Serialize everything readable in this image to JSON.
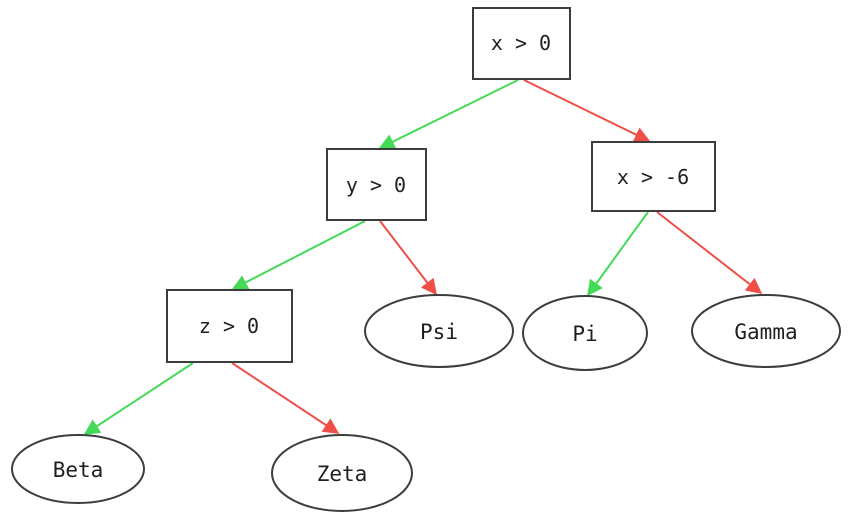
{
  "diagram": {
    "type": "decision-tree",
    "colors": {
      "true_branch": "#44da57",
      "false_branch": "#f04f47",
      "node_border": "#3d3d3d",
      "node_fill": "#ffffff",
      "label_text": "#1f1f1f",
      "background": "#ffffff"
    },
    "nodes": {
      "root": {
        "label": "x > 0",
        "kind": "decision"
      },
      "y_gt_0": {
        "label": "y > 0",
        "kind": "decision"
      },
      "x_gt_neg6": {
        "label": "x > -6",
        "kind": "decision"
      },
      "z_gt_0": {
        "label": "z > 0",
        "kind": "decision"
      },
      "psi": {
        "label": "Psi",
        "kind": "leaf"
      },
      "pi": {
        "label": "Pi",
        "kind": "leaf"
      },
      "gamma": {
        "label": "Gamma",
        "kind": "leaf"
      },
      "beta": {
        "label": "Beta",
        "kind": "leaf"
      },
      "zeta": {
        "label": "Zeta",
        "kind": "leaf"
      }
    },
    "edges": [
      {
        "from": "x > 0",
        "to": "y > 0",
        "branch": "true",
        "color": "green"
      },
      {
        "from": "x > 0",
        "to": "x > -6",
        "branch": "false",
        "color": "red"
      },
      {
        "from": "y > 0",
        "to": "z > 0",
        "branch": "true",
        "color": "green"
      },
      {
        "from": "y > 0",
        "to": "Psi",
        "branch": "false",
        "color": "red"
      },
      {
        "from": "x > -6",
        "to": "Pi",
        "branch": "true",
        "color": "green"
      },
      {
        "from": "x > -6",
        "to": "Gamma",
        "branch": "false",
        "color": "red"
      },
      {
        "from": "z > 0",
        "to": "Beta",
        "branch": "true",
        "color": "green"
      },
      {
        "from": "z > 0",
        "to": "Zeta",
        "branch": "false",
        "color": "red"
      }
    ]
  }
}
